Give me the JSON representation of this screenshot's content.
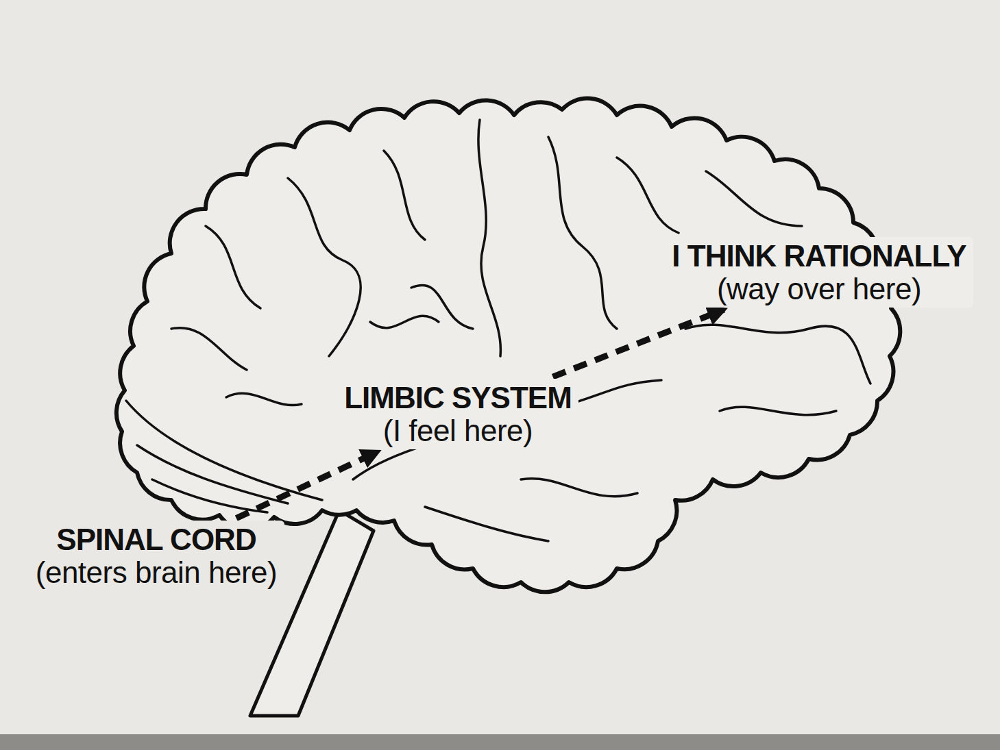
{
  "diagram": {
    "nodes": [
      {
        "text": [
          "SPINAL CORD",
          "(enters brain here)"
        ]
      },
      {
        "text": [
          "LIMBIC SYSTEM",
          "(I feel here)"
        ]
      },
      {
        "text": [
          "I THINK RATIONALLY",
          "(way over here)"
        ]
      }
    ],
    "edges": [
      {
        "from": 0,
        "to": 1,
        "arrow": "to"
      },
      {
        "from": 1,
        "to": 2,
        "arrow": "to"
      }
    ]
  }
}
